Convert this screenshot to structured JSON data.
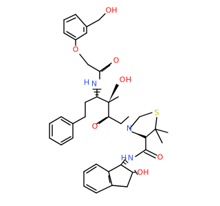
{
  "molecule": {
    "atom_colors": {
      "carbon": "#000000",
      "oxygen": "#ff0d0d",
      "nitrogen": "#3050f8",
      "sulfur": "#cccc00"
    },
    "labels": {
      "top_hydroxyl": "OH",
      "ether_oxygen": "O",
      "amide_top_oxygen": "O",
      "amide_nitrogen": "N",
      "amide_nitrogen_hydrogen": "H",
      "side_hydroxyl_o": "O",
      "side_hydroxyl_h": "H",
      "ketone_oxygen": "O",
      "thiazolidine_nitrogen": "N",
      "thiazolidine_sulfur": "S",
      "carboxamide_oxygen": "O",
      "carboxamide_nitrogen": "N",
      "carboxamide_hydrogen": "H",
      "indane_hydroxyl": "OH"
    }
  }
}
